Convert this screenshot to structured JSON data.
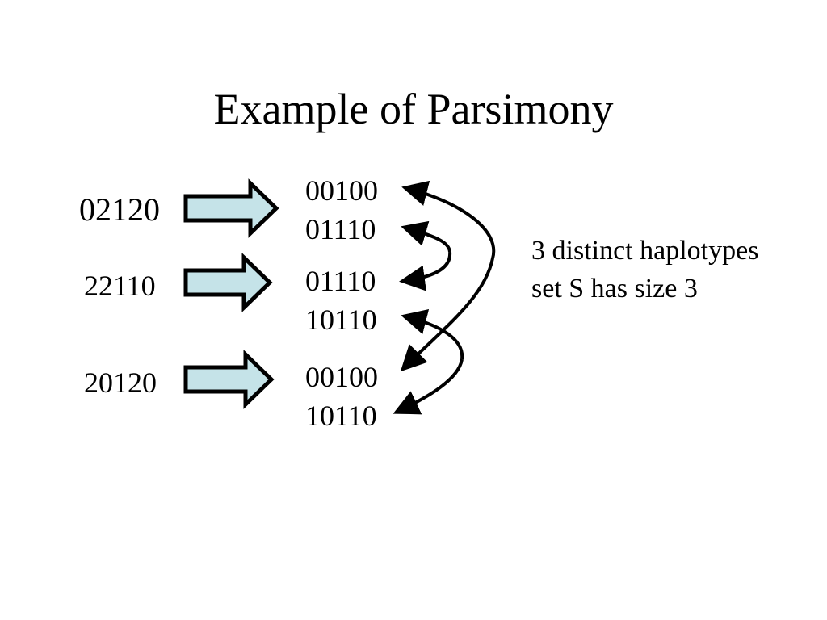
{
  "title": "Example of Parsimony",
  "genotypes": [
    "02120",
    "22110",
    "20120"
  ],
  "haplotype_pairs": [
    [
      "00100",
      "01110"
    ],
    [
      "01110",
      "10110"
    ],
    [
      "00100",
      "10110"
    ]
  ],
  "notes": {
    "line1": "3 distinct haplotypes",
    "line2": "set S has size 3"
  },
  "colors": {
    "arrow_fill": "#c5e3e8",
    "stroke": "#000000",
    "background": "#ffffff"
  }
}
